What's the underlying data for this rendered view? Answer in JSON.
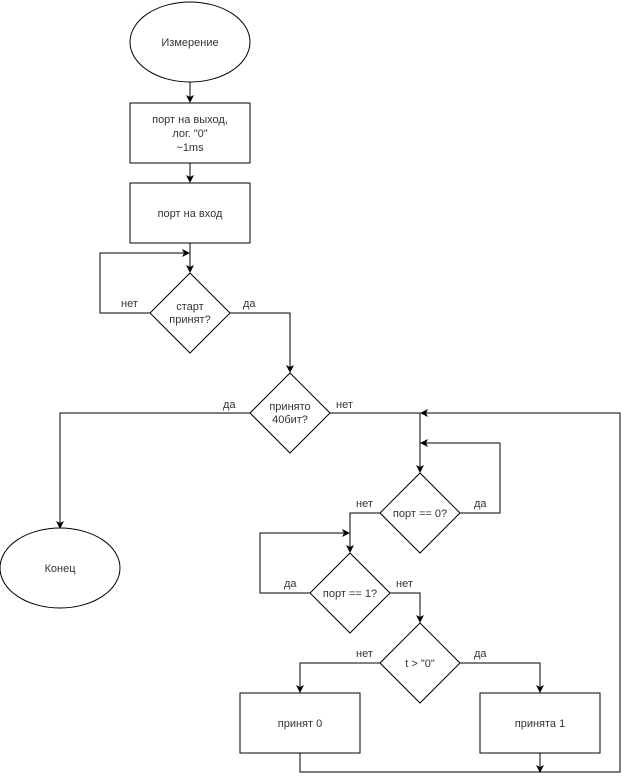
{
  "diagram": {
    "type": "flowchart",
    "nodes": {
      "start": {
        "kind": "terminator",
        "lines": [
          "Измерение"
        ]
      },
      "port_out": {
        "kind": "process",
        "lines": [
          "порт на выход,",
          "лог. \"0\"",
          "~1ms"
        ]
      },
      "port_in": {
        "kind": "process",
        "lines": [
          "порт на вход"
        ]
      },
      "start_received": {
        "kind": "decision",
        "lines": [
          "старт",
          "принят?"
        ]
      },
      "received_40": {
        "kind": "decision",
        "lines": [
          "принято",
          "40бит?"
        ]
      },
      "end": {
        "kind": "terminator",
        "lines": [
          "Конец"
        ]
      },
      "port_eq_0": {
        "kind": "decision",
        "lines": [
          "порт == 0?"
        ]
      },
      "port_eq_1": {
        "kind": "decision",
        "lines": [
          "порт == 1?"
        ]
      },
      "t_gt_0": {
        "kind": "decision",
        "lines": [
          "t > \"0\""
        ]
      },
      "received_0": {
        "kind": "process",
        "lines": [
          "принят 0"
        ]
      },
      "received_1": {
        "kind": "process",
        "lines": [
          "принята 1"
        ]
      }
    },
    "edge_labels": {
      "start_no": "нет",
      "start_yes": "да",
      "bits_yes": "да",
      "bits_no": "нет",
      "p0_no": "нет",
      "p0_yes": "да",
      "p1_yes": "да",
      "p1_no": "нет",
      "t_no": "нет",
      "t_yes": "да"
    }
  }
}
